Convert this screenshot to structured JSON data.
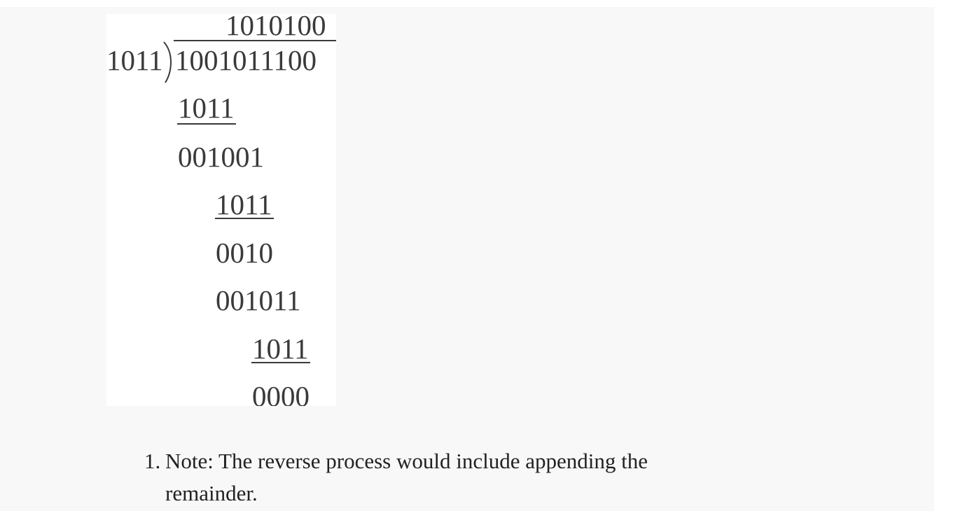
{
  "division": {
    "quotient": "1010100",
    "divisor": "1011",
    "dividend": "1001011100",
    "steps": [
      "1011",
      "001001",
      "1011",
      "0010",
      "001011",
      "1011",
      "0000"
    ]
  },
  "notes": [
    {
      "marker": "1.",
      "text": "Note: The reverse process would include appending the remainder."
    }
  ]
}
